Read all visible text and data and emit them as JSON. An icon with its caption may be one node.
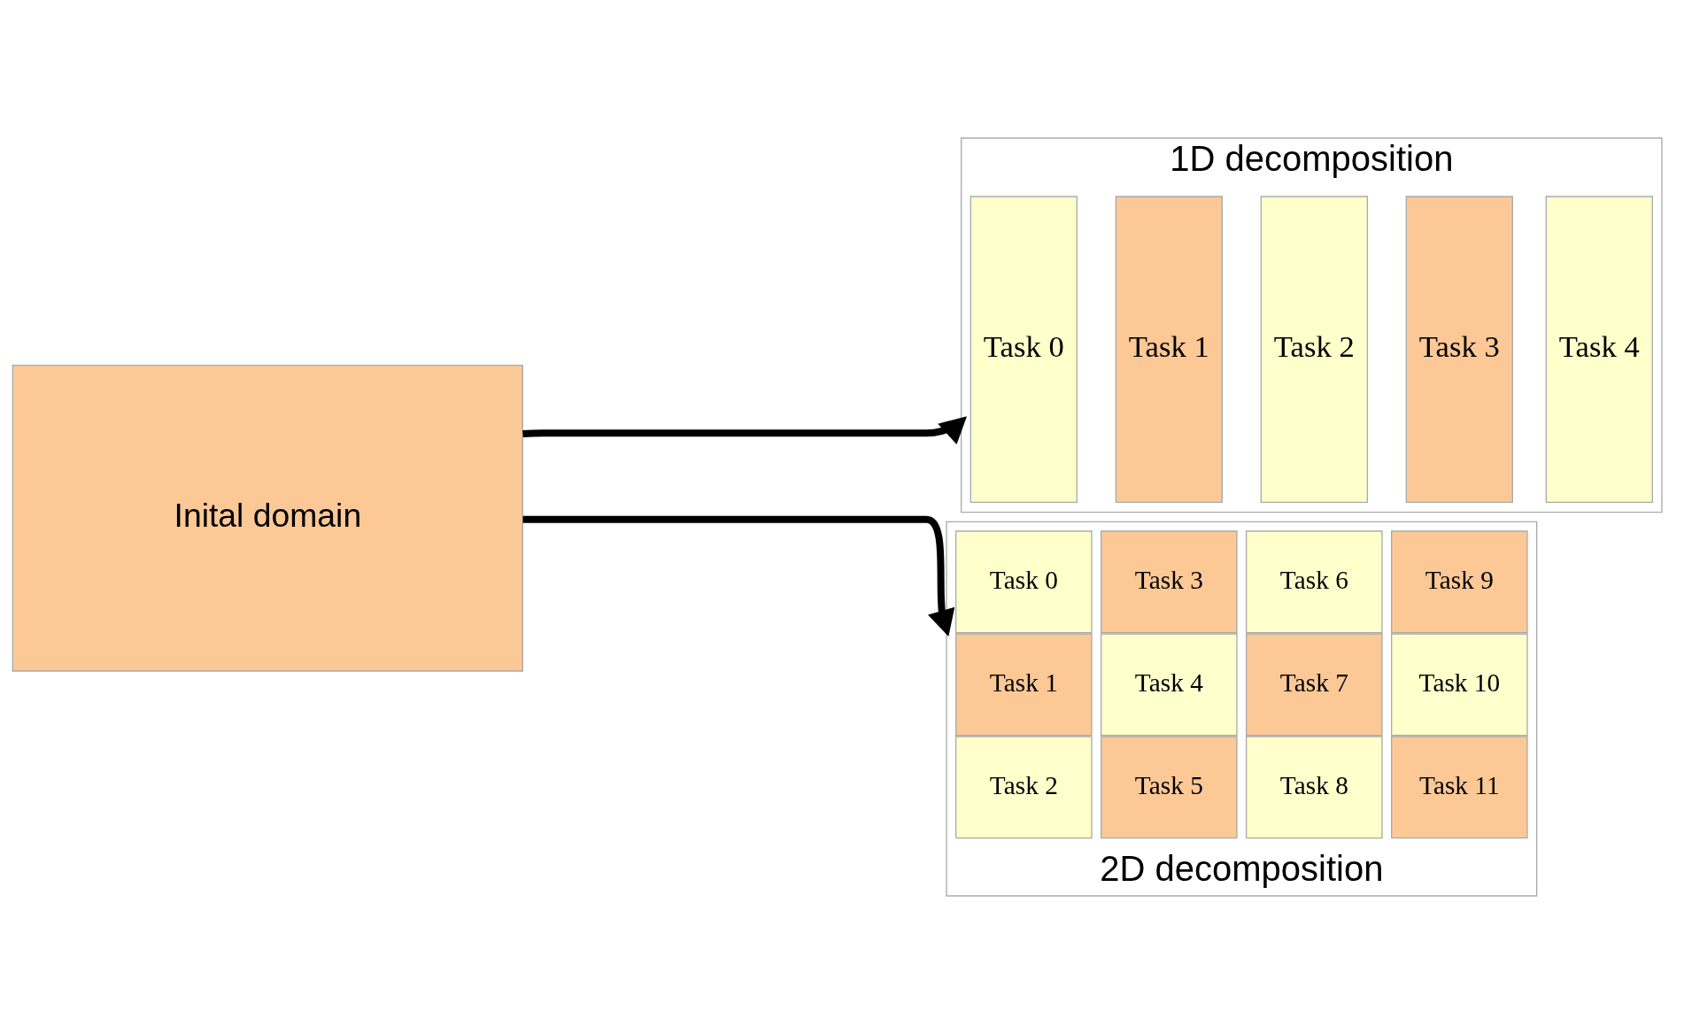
{
  "diagram": {
    "nodes": [
      {
        "text": [
          "Inital domain"
        ]
      },
      {
        "text": [
          "1D decomposition"
        ]
      },
      {
        "text": [
          "Task 0"
        ],
        "in": 1
      },
      {
        "text": [
          "Task 1"
        ],
        "in": 1
      },
      {
        "text": [
          "Task 2"
        ],
        "in": 1
      },
      {
        "text": [
          "Task 3"
        ],
        "in": 1
      },
      {
        "text": [
          "Task 4"
        ],
        "in": 1
      },
      {
        "text": [
          "2D decomposition"
        ]
      },
      {
        "text": [
          "Task 0"
        ],
        "in": 7
      },
      {
        "text": [
          "Task 3"
        ],
        "in": 7
      },
      {
        "text": [
          "Task 6"
        ],
        "in": 7
      },
      {
        "text": [
          "Task 9"
        ],
        "in": 7
      },
      {
        "text": [
          "Task 1"
        ],
        "in": 7
      },
      {
        "text": [
          "Task 4"
        ],
        "in": 7
      },
      {
        "text": [
          "Task 7"
        ],
        "in": 7
      },
      {
        "text": [
          "Task 10"
        ],
        "in": 7
      },
      {
        "text": [
          "Task 2"
        ],
        "in": 7
      },
      {
        "text": [
          "Task 5"
        ],
        "in": 7
      },
      {
        "text": [
          "Task 8"
        ],
        "in": 7
      },
      {
        "text": [
          "Task 11"
        ],
        "in": 7
      }
    ],
    "edges": [
      {
        "from": 0,
        "to": 1,
        "arrow": "to"
      },
      {
        "from": 0,
        "to": 7,
        "arrow": "to"
      }
    ]
  }
}
